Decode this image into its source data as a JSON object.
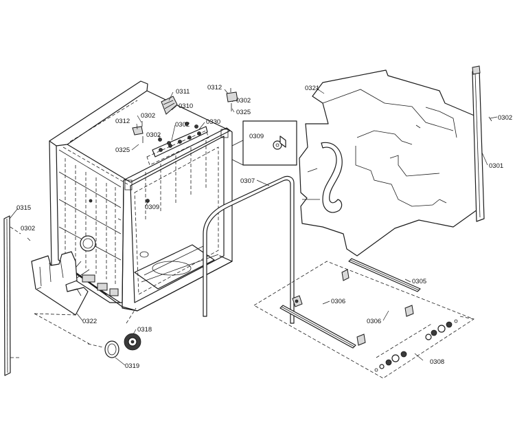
{
  "diagram": {
    "labels": {
      "l0311": "0311",
      "l0312a": "0312",
      "l0302a": "0302",
      "l0325a": "0325",
      "l0312b": "0312",
      "l0302b": "0302",
      "l0310": "0310",
      "l0302c": "0302",
      "l0302d": "0302",
      "l0330": "0330",
      "l0325b": "0325",
      "l0309a": "0309",
      "l0309b": "0309",
      "l0321": "0321",
      "l0302e": "0302",
      "l0301": "0301",
      "l0307": "0307",
      "l0315": "0315",
      "l0302f": "0302",
      "l0305": "0305",
      "l0306a": "0306",
      "l0306b": "0306",
      "l0322": "0322",
      "l0318": "0318",
      "l0319": "0319",
      "l0308": "0308"
    }
  }
}
